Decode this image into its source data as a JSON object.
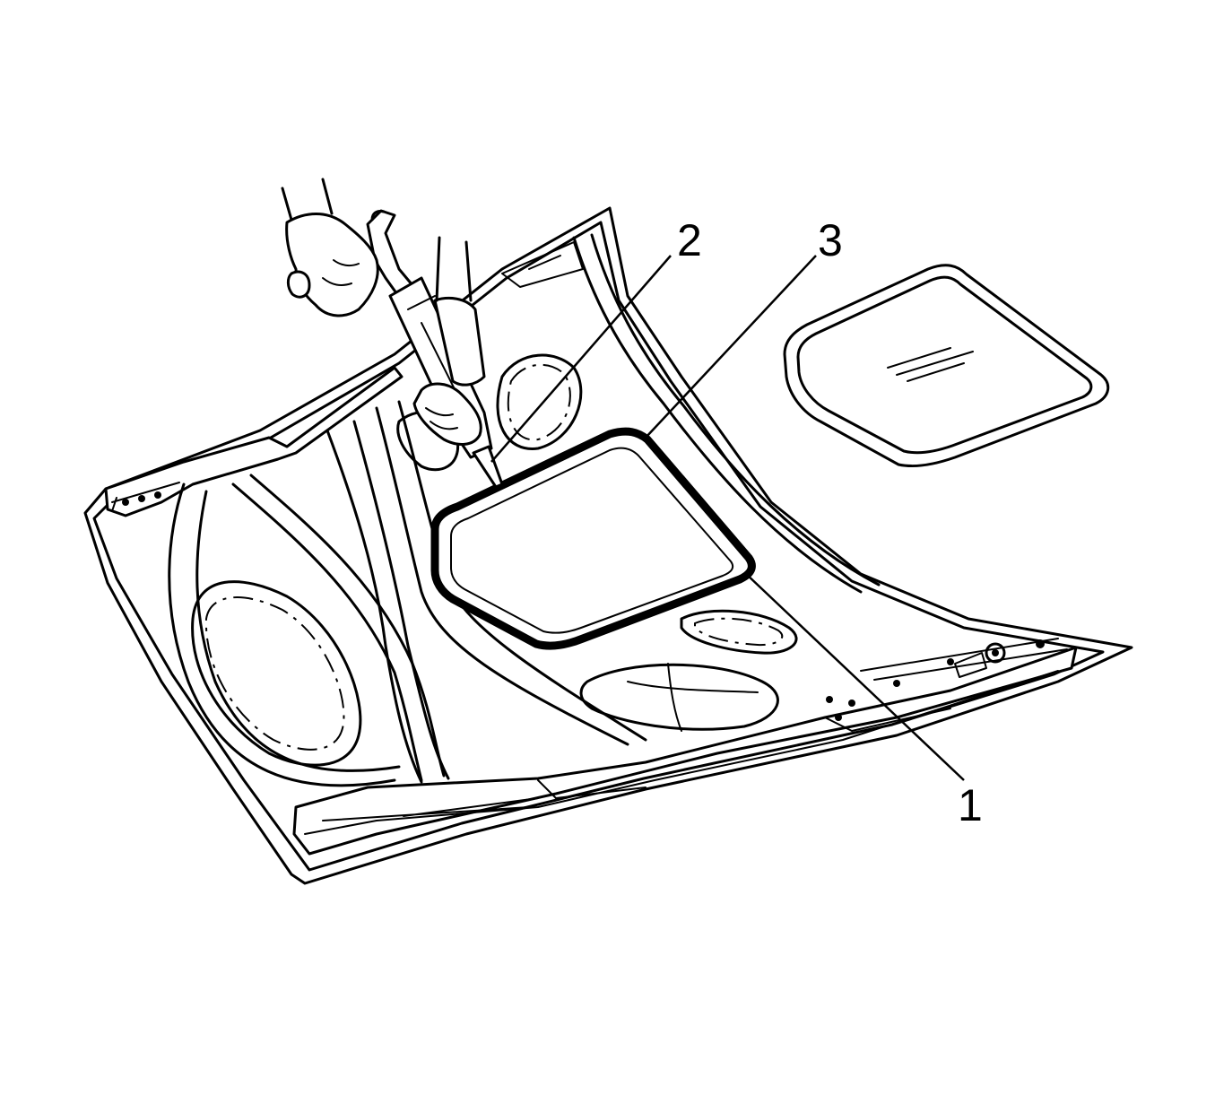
{
  "callouts": [
    {
      "id": "1",
      "label": "1"
    },
    {
      "id": "2",
      "label": "2"
    },
    {
      "id": "3",
      "label": "3"
    }
  ],
  "icons": {
    "hood_panel": "hood-panel-illustration",
    "caulking_gun": "caulking-gun-icon",
    "hands": "gloved-hands-icon",
    "glass_pane": "glass-pane-icon",
    "adhesive_bead": "adhesive-bead-icon"
  },
  "colors": {
    "line": "#000000",
    "background": "#ffffff"
  }
}
